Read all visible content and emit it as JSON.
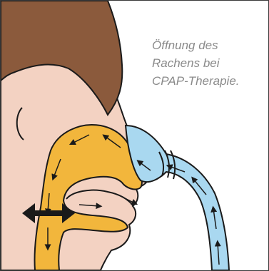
{
  "caption": {
    "lines": [
      "Öffnung des",
      "Rachens bei",
      "CPAP-Therapie."
    ]
  },
  "colors": {
    "hair": "#8b5a3c",
    "skin": "#f3d2c2",
    "airway": "#f2b63c",
    "tube": "#a9d8f0",
    "outline": "#1a1a1a",
    "caption_text": "#8a8a8a"
  },
  "icons": [
    "expansion-arrow-icon",
    "airflow-arrow-icon"
  ]
}
